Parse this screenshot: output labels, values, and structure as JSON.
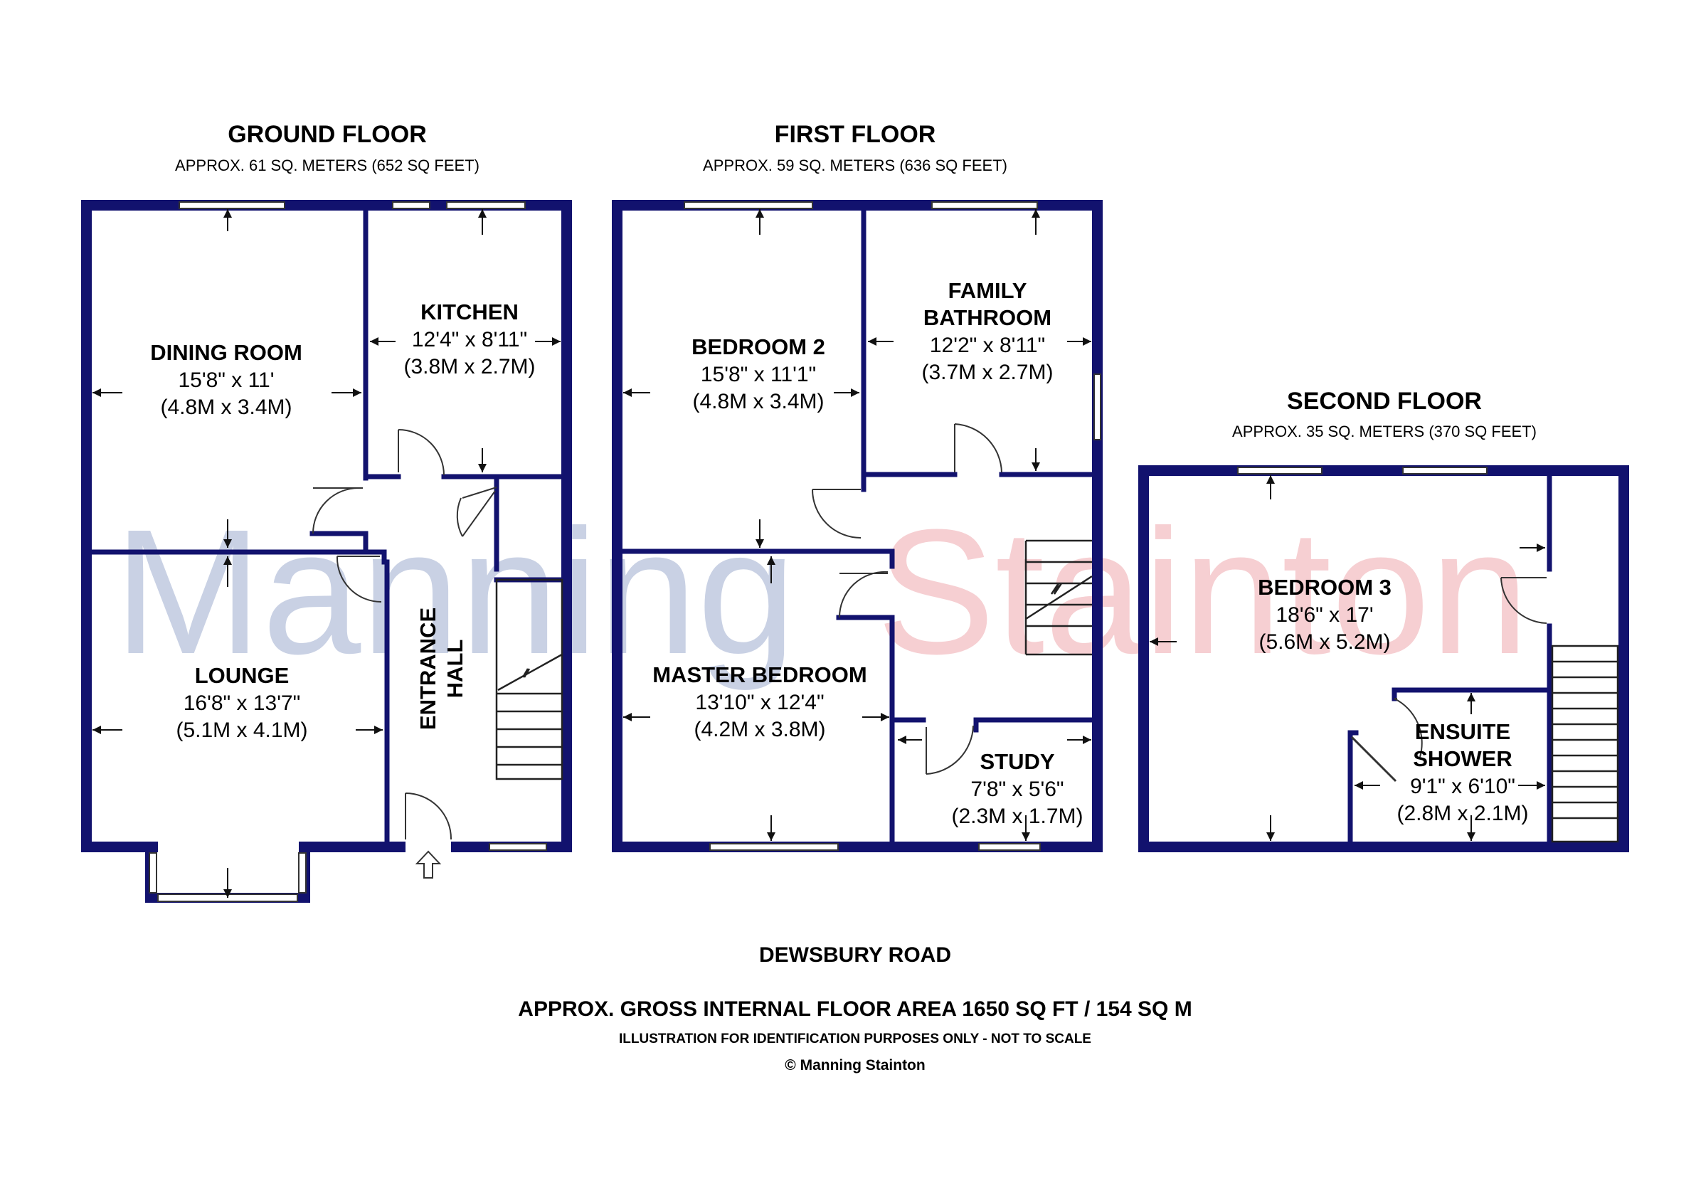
{
  "watermark": {
    "word1": "Manning",
    "word2": "Stainton",
    "color1": "#c9d1e4",
    "color2": "#f6cfd2"
  },
  "colors": {
    "wall": "#12126e"
  },
  "ground_floor": {
    "title": "GROUND FLOOR",
    "area": "APPROX. 61 SQ. METERS (652 SQ FEET)",
    "rooms": {
      "dining": {
        "name": "DINING ROOM",
        "dim_imperial": "15'8\" x 11'",
        "dim_metric": "(4.8M x 3.4M)"
      },
      "kitchen": {
        "name": "KITCHEN",
        "dim_imperial": "12'4\" x 8'11\"",
        "dim_metric": "(3.8M x 2.7M)"
      },
      "lounge": {
        "name": "LOUNGE",
        "dim_imperial": "16'8\" x 13'7\"",
        "dim_metric": "(5.1M x 4.1M)"
      },
      "hall": {
        "line1": "ENTRANCE",
        "line2": "HALL"
      }
    }
  },
  "first_floor": {
    "title": "FIRST FLOOR",
    "area": "APPROX. 59 SQ. METERS (636 SQ FEET)",
    "rooms": {
      "bedroom2": {
        "name": "BEDROOM 2",
        "dim_imperial": "15'8\" x 11'1\"",
        "dim_metric": "(4.8M x 3.4M)"
      },
      "bathroom": {
        "line1": "FAMILY",
        "line2": "BATHROOM",
        "dim_imperial": "12'2\" x 8'11\"",
        "dim_metric": "(3.7M x 2.7M)"
      },
      "master": {
        "name": "MASTER BEDROOM",
        "dim_imperial": "13'10\" x 12'4\"",
        "dim_metric": "(4.2M x 3.8M)"
      },
      "study": {
        "name": "STUDY",
        "dim_imperial": "7'8\" x 5'6\"",
        "dim_metric": "(2.3M x 1.7M)"
      }
    }
  },
  "second_floor": {
    "title": "SECOND FLOOR",
    "area": "APPROX. 35 SQ. METERS (370 SQ FEET)",
    "rooms": {
      "bedroom3": {
        "name": "BEDROOM 3",
        "dim_imperial": "18'6\" x 17'",
        "dim_metric": "(5.6M x 5.2M)"
      },
      "ensuite": {
        "line1": "ENSUITE",
        "line2": "SHOWER",
        "dim_imperial": "9'1\" x 6'10\"",
        "dim_metric": "(2.8M x 2.1M)"
      }
    }
  },
  "footer": {
    "road": "DEWSBURY ROAD",
    "gross": "APPROX. GROSS INTERNAL FLOOR AREA 1650 SQ FT / 154 SQ M",
    "disclaimer": "ILLUSTRATION FOR IDENTIFICATION PURPOSES ONLY - NOT TO SCALE",
    "copyright": "© Manning Stainton"
  }
}
